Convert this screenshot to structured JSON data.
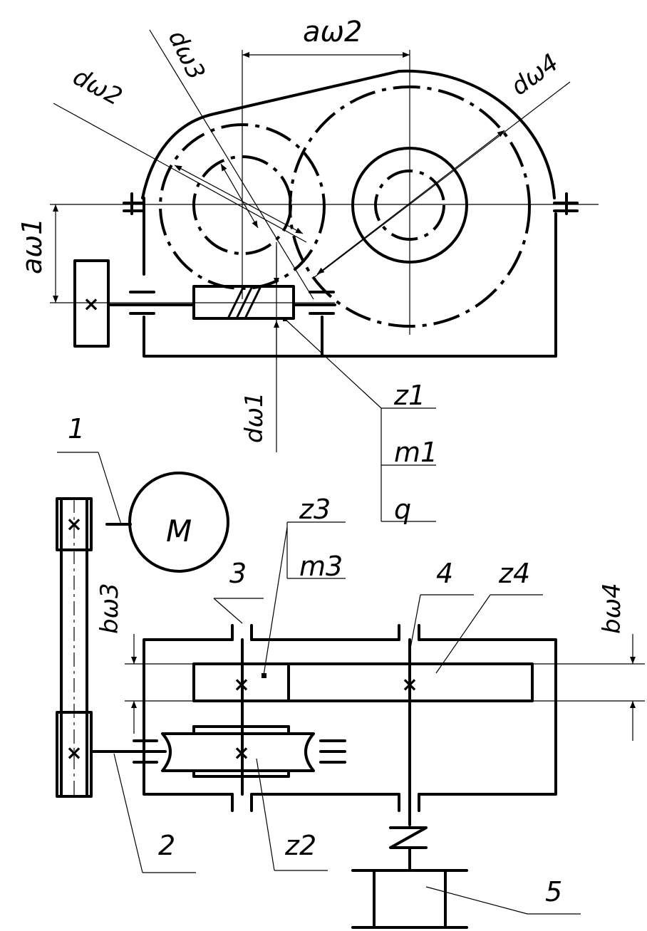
{
  "labels": {
    "a_w2": "aω2",
    "a_w1": "aω1",
    "d_w3": "dω3",
    "d_w2": "dω2",
    "d_w4": "dω4",
    "d_w1": "dω1",
    "z1": "z1",
    "m1": "m1",
    "q": "q",
    "motor": "M",
    "n1": "1",
    "z3": "z3",
    "m3": "m3",
    "n3": "3",
    "n4": "4",
    "z4": "z4",
    "b_w3": "bω3",
    "b_w4": "bω4",
    "n2": "2",
    "z2": "z2",
    "n5": "5"
  },
  "colors": {
    "line": "#000000",
    "background": "#ffffff"
  }
}
